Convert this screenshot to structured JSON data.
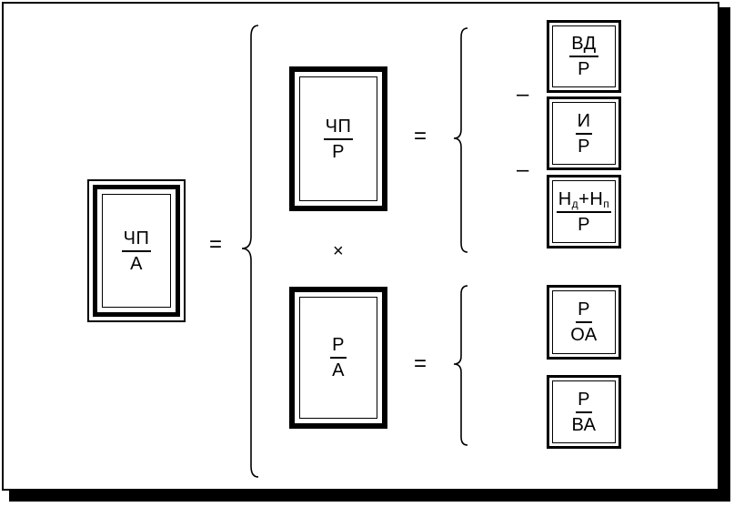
{
  "diagram": {
    "root": {
      "numerator": "ЧП",
      "denominator": "А"
    },
    "level2": {
      "profit_margin": {
        "numerator": "ЧП",
        "denominator": "Р"
      },
      "asset_turnover": {
        "numerator": "Р",
        "denominator": "А"
      }
    },
    "level3": {
      "vd_ratio": {
        "numerator": "ВД",
        "denominator": "Р"
      },
      "i_ratio": {
        "numerator": "И",
        "denominator": "Р"
      },
      "n_ratio": {
        "numerator_part1": "Н",
        "numerator_sub1": "д",
        "plus": "+",
        "numerator_part2": "Н",
        "numerator_sub2": "п",
        "denominator": "Р"
      },
      "oa_ratio": {
        "numerator": "Р",
        "denominator": "ОА"
      },
      "va_ratio": {
        "numerator": "Р",
        "denominator": "ВА"
      }
    },
    "operators": {
      "equals": "=",
      "times": "×",
      "minus": "–"
    }
  }
}
